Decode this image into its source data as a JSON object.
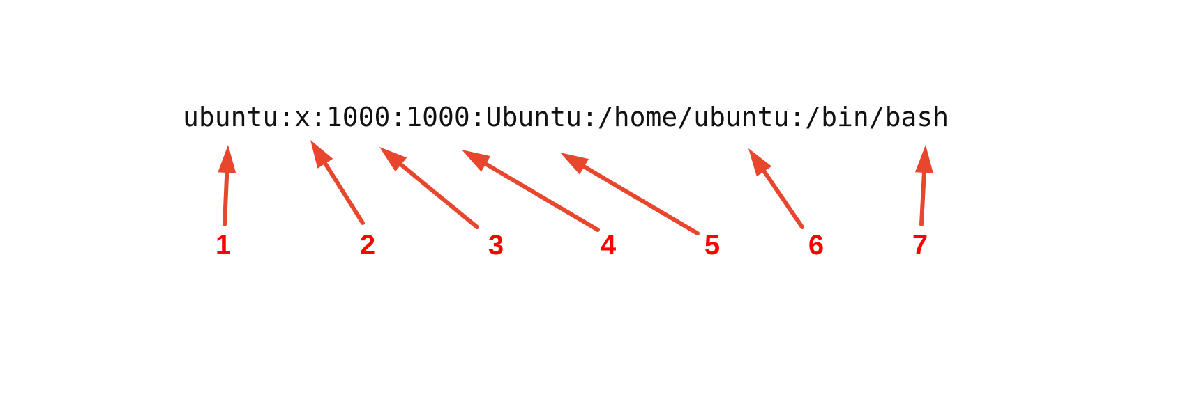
{
  "passwd_line": "ubuntu:x:1000:1000:Ubuntu:/home/ubuntu:/bin/bash",
  "colors": {
    "arrow": "#E8472E",
    "number": "#FF0000",
    "text": "#111111",
    "background": "#FFFFFF"
  },
  "fields": [
    {
      "number": "1"
    },
    {
      "number": "2"
    },
    {
      "number": "3"
    },
    {
      "number": "4"
    },
    {
      "number": "5"
    },
    {
      "number": "6"
    },
    {
      "number": "7"
    }
  ]
}
